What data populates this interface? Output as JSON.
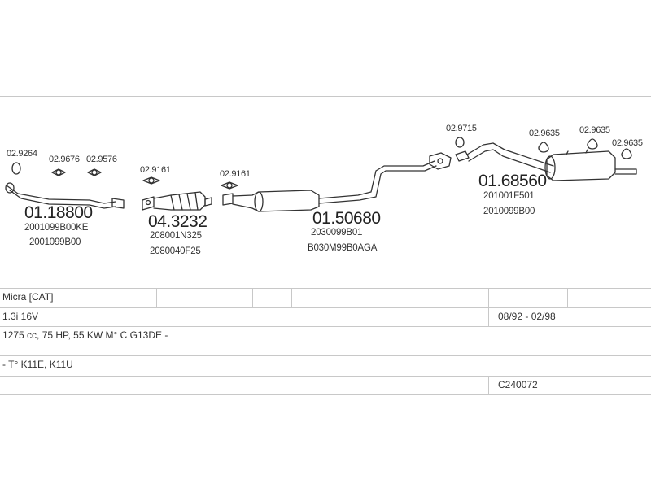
{
  "parts": {
    "clamp_a": "02.9264",
    "gasket_a": "02.9676",
    "gasket_b": "02.9576",
    "front_pipe_number": "01.18800",
    "front_pipe_ref1": "2001099B00KE",
    "front_pipe_ref2": "2001099B00",
    "gasket_c": "02.9161",
    "catalyst_number": "04.3232",
    "catalyst_ref1": "208001N325",
    "catalyst_ref2": "2080040F25",
    "gasket_d": "02.9161",
    "center_number": "01.50680",
    "center_ref1": "2030099B01",
    "center_ref2": "B030M99B0AGA",
    "gasket_e": "02.9715",
    "rubber_a": "02.9635",
    "rubber_b": "02.9635",
    "rubber_c": "02.9635",
    "rear_number": "01.68560",
    "rear_ref1": "201001F501",
    "rear_ref2": "2010099B00"
  },
  "table": {
    "model": "Micra  [CAT]",
    "engine": "1.3i 16V",
    "years": "08/92 - 02/98",
    "specs": "1275 cc, 75 HP, 55 KW M° C G13DE -",
    "types": "- T° K11E, K11U",
    "code": "C240072"
  }
}
